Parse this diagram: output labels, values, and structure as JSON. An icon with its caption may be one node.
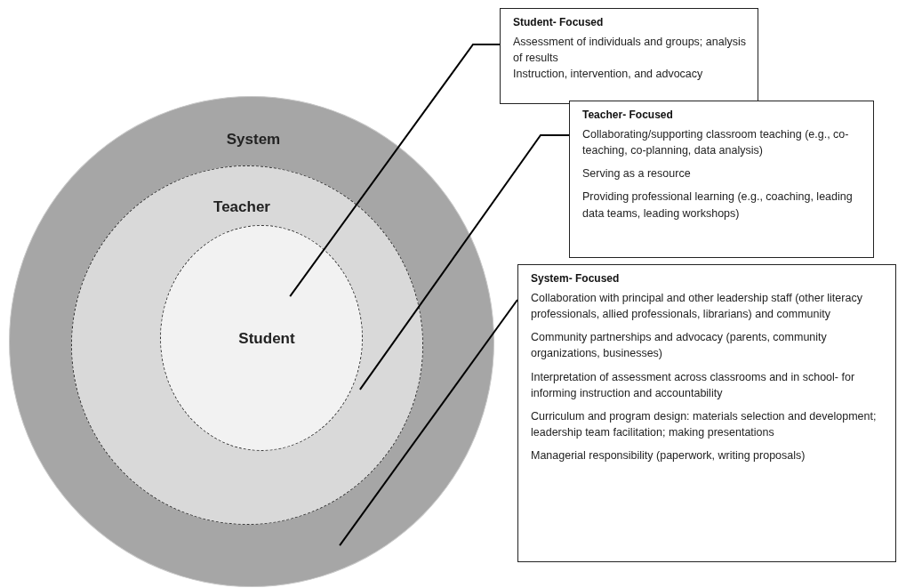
{
  "diagram": {
    "nodes": [
      {
        "text": [
          "System"
        ]
      },
      {
        "text": [
          "Teacher"
        ],
        "in": 0
      },
      {
        "text": [
          "Student"
        ],
        "in": 1
      },
      {
        "text": [
          "Student- Focused",
          "Assessment of individuals and groups; analysis of results",
          "Instruction, intervention, and advocacy"
        ]
      },
      {
        "text": [
          "Teacher- Focused",
          "Collaborating/supporting classroom teaching (e.g., co-teaching, co-planning, data analysis)",
          "Serving as a resource",
          "Providing professional learning (e.g., coaching, leading data teams, leading workshops)"
        ]
      },
      {
        "text": [
          "System- Focused",
          "Collaboration with principal and other leadership staff (other literacy professionals, allied professionals, librarians) and community",
          "Community partnerships and advocacy (parents, community organizations, businesses)",
          "Interpretation of assessment across classrooms and in school- for informing instruction and accountability",
          "Curriculum and program design: materials selection and development; leadership team facilitation; making presentations",
          "Managerial responsibility (paperwork, writing proposals)"
        ]
      }
    ],
    "edges": [
      {
        "from": 3,
        "to": 2,
        "arrow": "none"
      },
      {
        "from": 4,
        "to": 1,
        "arrow": "none"
      },
      {
        "from": 5,
        "to": 0,
        "arrow": "none"
      }
    ]
  }
}
